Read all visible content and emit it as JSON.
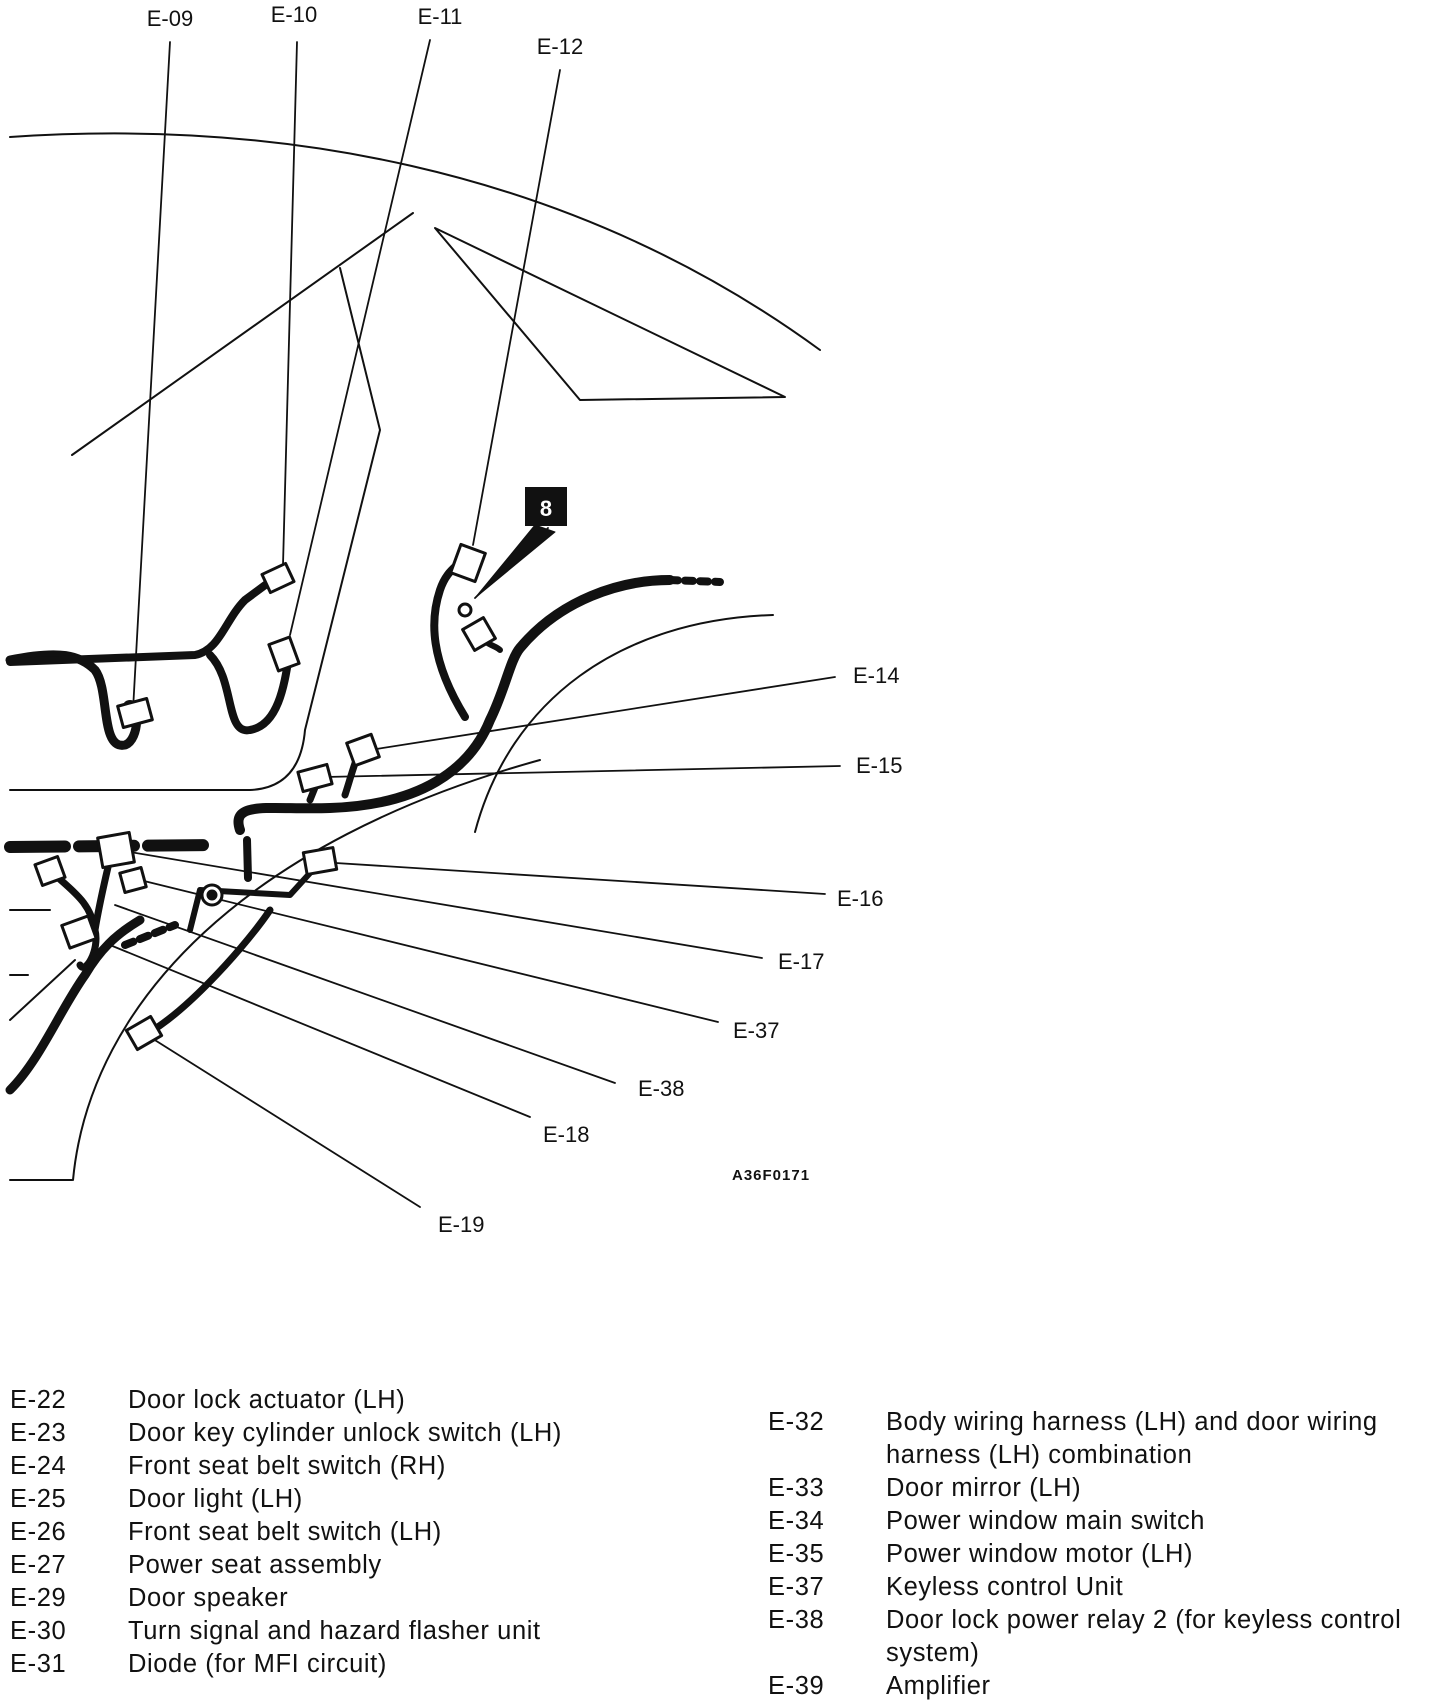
{
  "callouts": {
    "e09": "E-09",
    "e10": "E-10",
    "e11": "E-11",
    "e12": "E-12",
    "e14": "E-14",
    "e15": "E-15",
    "e16": "E-16",
    "e17": "E-17",
    "e37": "E-37",
    "e38": "E-38",
    "e18": "E-18",
    "e19": "E-19"
  },
  "badge": "8",
  "figure_code": "A36F0171",
  "legend_left": [
    {
      "code": "E-22",
      "desc": "Door lock actuator (LH)"
    },
    {
      "code": "E-23",
      "desc": "Door key cylinder unlock switch (LH)"
    },
    {
      "code": "E-24",
      "desc": "Front seat belt switch (RH)"
    },
    {
      "code": "E-25",
      "desc": "Door light (LH)"
    },
    {
      "code": "E-26",
      "desc": "Front seat belt switch (LH)"
    },
    {
      "code": "E-27",
      "desc": "Power seat assembly"
    },
    {
      "code": "E-29",
      "desc": "Door speaker"
    },
    {
      "code": "E-30",
      "desc": "Turn signal and hazard flasher unit"
    },
    {
      "code": "E-31",
      "desc": "Diode (for MFI circuit)"
    }
  ],
  "legend_right": [
    {
      "code": "E-32",
      "desc": "Body wiring harness (LH) and door wiring harness (LH) combination"
    },
    {
      "code": "E-33",
      "desc": "Door mirror (LH)"
    },
    {
      "code": "E-34",
      "desc": "Power window main switch"
    },
    {
      "code": "E-35",
      "desc": "Power window motor (LH)"
    },
    {
      "code": "E-37",
      "desc": "Keyless control Unit"
    },
    {
      "code": "E-38",
      "desc": "Door lock power relay 2 (for keyless control system)"
    },
    {
      "code": "E-39",
      "desc": "Amplifier"
    }
  ]
}
